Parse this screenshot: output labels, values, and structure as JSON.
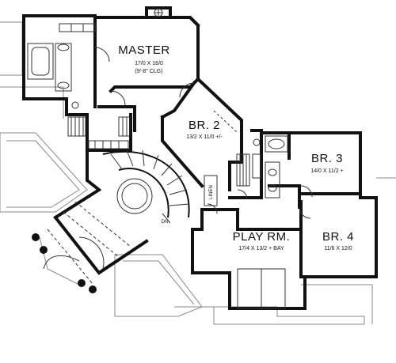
{
  "rooms": {
    "master": {
      "name": "MASTER",
      "size": "17/0 X 16/0",
      "note": "(9'-8\" CLG)"
    },
    "br2": {
      "name": "BR. 2",
      "size": "13/2 X 11/0 +/-"
    },
    "br3": {
      "name": "BR. 3",
      "size": "14/0 X 11/2 +"
    },
    "br4": {
      "name": "BR. 4",
      "size": "11/6 X 12/0"
    },
    "play": {
      "name": "PLAY RM.",
      "size": "17/4 X 13/2 + BAY"
    }
  },
  "labels": {
    "linen": "LINEN",
    "dn": "DN"
  }
}
